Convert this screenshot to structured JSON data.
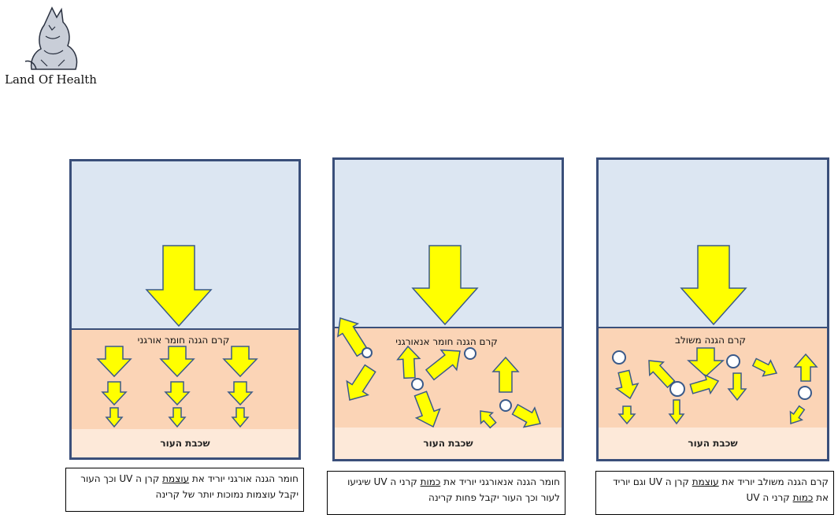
{
  "logo": {
    "text": "Land Of Health",
    "icon": "wolf-illustration"
  },
  "colors": {
    "arrow_fill": "#ffff00",
    "arrow_stroke": "#3a5a8a",
    "sky": "#dce6f2",
    "cream_layer": "#fbd4b6",
    "skin_layer": "#fde9d9",
    "border": "#3a4f7a"
  },
  "panels": [
    {
      "id": "organic",
      "layer_label": "קרם הגנה חומר אורגני",
      "skin_label": "שכבת העור",
      "caption": {
        "pre": "חומר הגנה אורגני יוריד את ",
        "em": "עוצמת",
        "post": " קרן ה UV וכך העור יקבל עוצמות נמוכות יותר של קרינה"
      }
    },
    {
      "id": "inorganic",
      "layer_label": "קרם הגנה חומר אנאורגני",
      "skin_label": "שכבת העור",
      "caption": {
        "pre": "חומר הגנה אנאורגני יוריד את ",
        "em": "כמות",
        "post": " קרני ה UV שיגיעו לעור וכך העור יקבל פחות קרינה"
      }
    },
    {
      "id": "combined",
      "layer_label": "קרם הגנה משולב",
      "skin_label": "שכבת העור",
      "caption": {
        "pre": "קרם הגנה משולב יוריד את ",
        "em": "עוצמת",
        "mid": " קרן ה UV וגם יוריד את ",
        "em2": "כמות",
        "post": " קרני ה UV"
      }
    }
  ]
}
